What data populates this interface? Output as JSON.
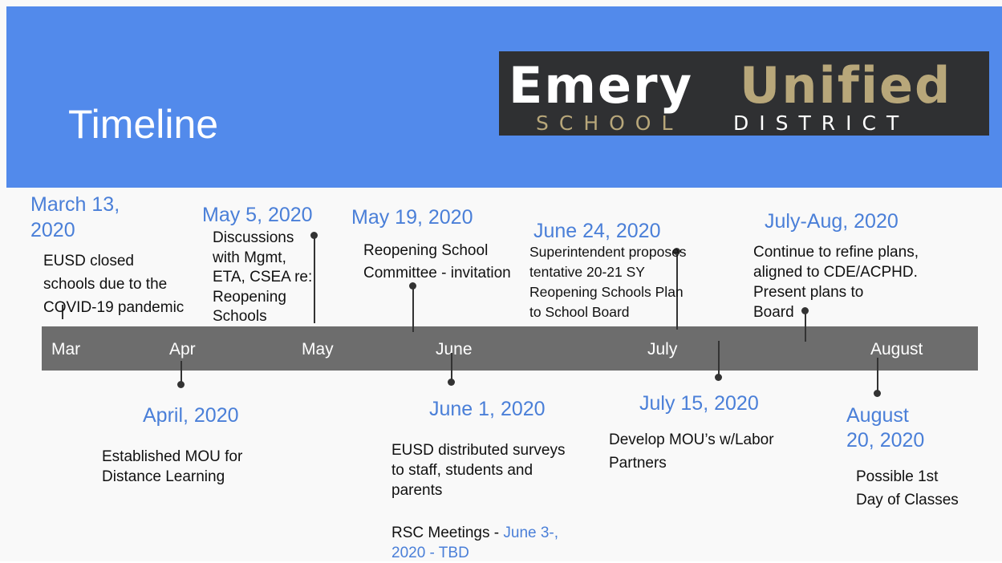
{
  "title": "Timeline",
  "logo": {
    "word1": "Emery",
    "word2": "Unified",
    "sub1": "SCHOOL",
    "sub2": "DISTRICT"
  },
  "colors": {
    "header": "#528aeb",
    "bar": "#6d6d6d",
    "date_text": "#4a7fd8",
    "logo_gold": "#b8a77a"
  },
  "months": [
    "Mar",
    "Apr",
    "May",
    "June",
    "July",
    "August"
  ],
  "events": {
    "mar13": {
      "date_line1": "March 13,",
      "date_line2": "2020",
      "desc": [
        "EUSD closed",
        "schools due to the",
        "COVID-19 pandemic"
      ]
    },
    "apr": {
      "date": "April, 2020",
      "desc": [
        "Established MOU for",
        "Distance Learning"
      ]
    },
    "may5": {
      "date": "May 5, 2020",
      "desc": [
        "Discussions",
        "with Mgmt,",
        "ETA, CSEA re:",
        "Reopening",
        "Schools"
      ]
    },
    "may19": {
      "date": "May 19, 2020",
      "desc": [
        "Reopening School",
        "Committee - invitation"
      ]
    },
    "june1": {
      "date": "June 1, 2020",
      "desc": [
        "EUSD distributed surveys",
        "to staff, students and",
        "parents"
      ],
      "rsc_label": "RSC Meetings  - ",
      "rsc_date1": "June 3-,",
      "rsc_date2": "2020 - TBD"
    },
    "june24": {
      "date": "June 24, 2020",
      "desc": [
        "Superintendent proposes",
        "tentative  20-21 SY",
        "Reopening Schools Plan",
        "to School Board"
      ]
    },
    "july15": {
      "date": "July 15, 2020",
      "desc": [
        "Develop MOU’s w/Labor",
        "Partners"
      ]
    },
    "julyaug": {
      "date": "July-Aug, 2020",
      "desc": [
        "Continue to refine plans,",
        "aligned to CDE/ACPHD.",
        "Present plans to",
        "Board"
      ]
    },
    "aug20": {
      "date_line1": "August",
      "date_line2": "20, 2020",
      "desc": [
        "Possible 1st",
        "Day of Classes"
      ]
    }
  }
}
